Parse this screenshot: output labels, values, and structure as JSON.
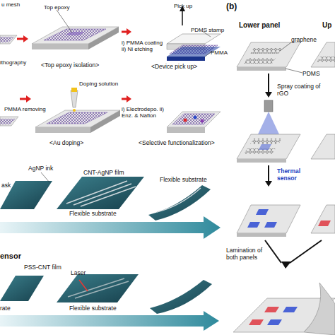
{
  "diagram": {
    "nodes": [
      {
        "text": [
          "u mesh",
          "ithography"
        ]
      },
      {
        "text": [
          "Top epoxy",
          "<Top epoxy isolation>"
        ]
      },
      {
        "text": [
          "Pick up",
          "PDMS stamp",
          "PMMA",
          "<Device pick up>"
        ]
      },
      {
        "text": [
          "PMMA removing"
        ]
      },
      {
        "text": [
          "Doping solution",
          "<Au doping>"
        ]
      },
      {
        "text": [
          "<Selective functionalization>"
        ]
      }
    ],
    "edges": [
      {
        "from": 0,
        "to": 1,
        "arrow": "to"
      },
      {
        "from": 1,
        "to": 2,
        "label": "i) PMMA coating ii) Ni etching",
        "arrow": "to"
      },
      {
        "from": 3,
        "to": 4,
        "arrow": "to"
      },
      {
        "from": 4,
        "to": 5,
        "label": "i) Electrodepo. ii) Enz. & Nafion",
        "arrow": "to"
      }
    ],
    "labels": [
      "(b)",
      "Lower panel",
      "Up",
      "graphene",
      "PDMS",
      "Spray coating of rGO",
      "Thermal sensor",
      "Lamination of both panels",
      "ask",
      "AgNP ink",
      "CNT-AgNP film",
      "Flexible substrate",
      "Flexible substrate",
      "ensor",
      "PSS-CNT film",
      "Laser",
      "Flexible substrate",
      "rate"
    ]
  }
}
